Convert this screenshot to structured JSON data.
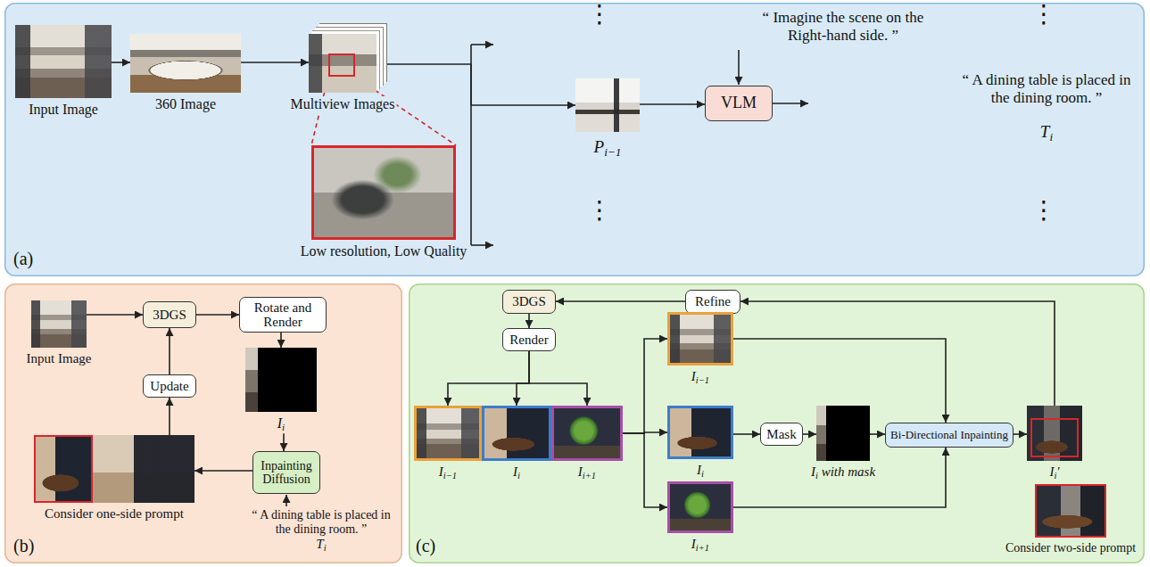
{
  "diagram": {
    "nodes": [
      {
        "text": [
          "(a)"
        ]
      },
      {
        "text": [
          "Input Image"
        ],
        "in": 0
      },
      {
        "text": [
          "360 Image"
        ],
        "in": 0
      },
      {
        "text": [
          "Multiview Images"
        ],
        "in": 0
      },
      {
        "text": [
          "Low resolution, Low Quality"
        ],
        "in": 0
      },
      {
        "text": [
          "Pi−1"
        ],
        "in": 0
      },
      {
        "text": [
          "VLM"
        ],
        "in": 0
      },
      {
        "text": [
          "(b)"
        ]
      },
      {
        "text": [
          "Input Image"
        ],
        "in": 7
      },
      {
        "text": [
          "3DGS"
        ],
        "in": 7
      },
      {
        "text": [
          "Rotate and Render"
        ],
        "in": 7
      },
      {
        "text": [
          "Ii"
        ],
        "in": 7
      },
      {
        "text": [
          "Inpainting Diffusion"
        ],
        "in": 7
      },
      {
        "text": [
          "Consider one-side prompt"
        ],
        "in": 7
      },
      {
        "text": [
          "Update"
        ],
        "in": 7
      },
      {
        "text": [
          "(c)"
        ]
      },
      {
        "text": [
          "3DGS"
        ],
        "in": 15
      },
      {
        "text": [
          "Refine"
        ],
        "in": 15
      },
      {
        "text": [
          "Render"
        ],
        "in": 15
      },
      {
        "text": [
          "Ii−1"
        ],
        "in": 15
      },
      {
        "text": [
          "Ii"
        ],
        "in": 15
      },
      {
        "text": [
          "Ii+1"
        ],
        "in": 15
      },
      {
        "text": [
          "Ii−1"
        ],
        "in": 15
      },
      {
        "text": [
          "Ii"
        ],
        "in": 15
      },
      {
        "text": [
          "Ii+1"
        ],
        "in": 15
      },
      {
        "text": [
          "Mask"
        ],
        "in": 15
      },
      {
        "text": [
          "Ii with mask"
        ],
        "in": 15
      },
      {
        "text": [
          "Bi-Directional Inpainting"
        ],
        "in": 15
      },
      {
        "text": [
          "Ii'"
        ],
        "in": 15
      },
      {
        "text": [
          "Consider two-side prompt"
        ],
        "in": 15
      }
    ],
    "edges": [
      {
        "from": 1,
        "to": 2,
        "arrow": "to"
      },
      {
        "from": 2,
        "to": 3,
        "arrow": "to"
      },
      {
        "from": 3,
        "to": 5,
        "arrow": "to"
      },
      {
        "from": 5,
        "to": 6,
        "arrow": "to"
      },
      {
        "from": 8,
        "to": 9,
        "arrow": "to"
      },
      {
        "from": 9,
        "to": 10,
        "arrow": "to"
      },
      {
        "from": 10,
        "to": 11,
        "arrow": "to"
      },
      {
        "from": 11,
        "to": 12,
        "arrow": "to"
      },
      {
        "from": 12,
        "to": 13,
        "arrow": "to"
      },
      {
        "from": 13,
        "to": 14,
        "arrow": "to"
      },
      {
        "from": 14,
        "to": 9,
        "arrow": "to"
      },
      {
        "from": 16,
        "to": 18,
        "arrow": "to"
      },
      {
        "from": 18,
        "to": 19,
        "arrow": "to"
      },
      {
        "from": 18,
        "to": 20,
        "arrow": "to"
      },
      {
        "from": 18,
        "to": 21,
        "arrow": "to"
      },
      {
        "from": 21,
        "to": 22,
        "arrow": "to"
      },
      {
        "from": 21,
        "to": 23,
        "arrow": "to"
      },
      {
        "from": 21,
        "to": 24,
        "arrow": "to"
      },
      {
        "from": 23,
        "to": 25,
        "arrow": "to"
      },
      {
        "from": 25,
        "to": 26,
        "arrow": "to"
      },
      {
        "from": 26,
        "to": 27,
        "arrow": "to"
      },
      {
        "from": 22,
        "to": 27,
        "arrow": "to"
      },
      {
        "from": 24,
        "to": 27,
        "arrow": "to"
      },
      {
        "from": 27,
        "to": 28,
        "arrow": "to"
      },
      {
        "from": 28,
        "to": 17,
        "arrow": "to"
      },
      {
        "from": 17,
        "to": 16,
        "arrow": "to"
      }
    ],
    "labels": [
      "⋮",
      "“ Imagine the scene on the Right-hand side. ”",
      "⋮",
      "“ A dining table is placed in the dining room. ”",
      "Ti",
      "⋮",
      "⋮",
      "“ A dining table is placed in the dining room. ”",
      "Ti"
    ]
  }
}
